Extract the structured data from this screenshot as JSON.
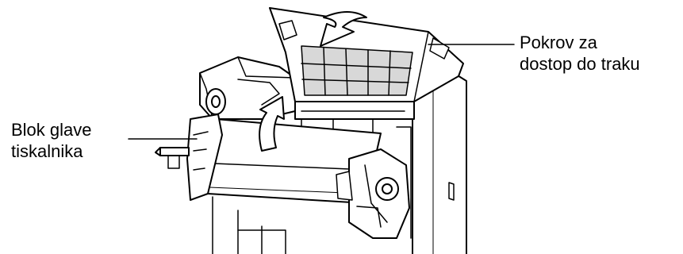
{
  "callouts": {
    "ribbon_cover": {
      "line1": "Pokrov za",
      "line2": "dostop do traku"
    },
    "print_head_block": {
      "line1": "Blok glave",
      "line2": "tiskalnika"
    }
  },
  "colors": {
    "line": "#000000",
    "fill": "#ffffff",
    "shade": "#d8d8d8"
  },
  "icons": {
    "cover_arrow": "curved-arrow-down-icon",
    "head_arrow": "curved-arrow-up-icon"
  }
}
